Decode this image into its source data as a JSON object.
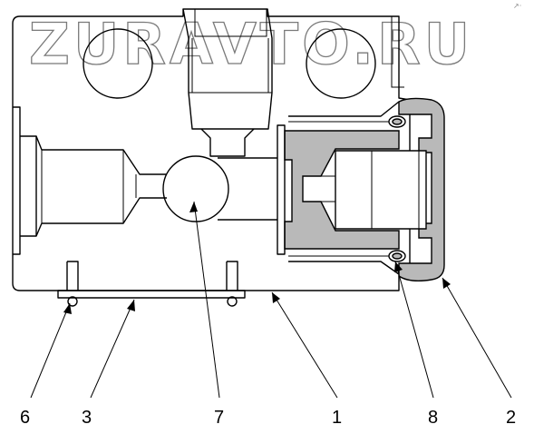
{
  "watermark": "ZURAVTO.RU",
  "corner_mark": "↗·",
  "callouts": [
    {
      "id": "6",
      "label": "6"
    },
    {
      "id": "3",
      "label": "3"
    },
    {
      "id": "7",
      "label": "7"
    },
    {
      "id": "1",
      "label": "1"
    },
    {
      "id": "8",
      "label": "8"
    },
    {
      "id": "2",
      "label": "2"
    }
  ],
  "colors": {
    "line": "#000000",
    "seal_fill": "#b9b9b9",
    "watermark_outline": "#7a7a7a",
    "background": "#ffffff"
  }
}
